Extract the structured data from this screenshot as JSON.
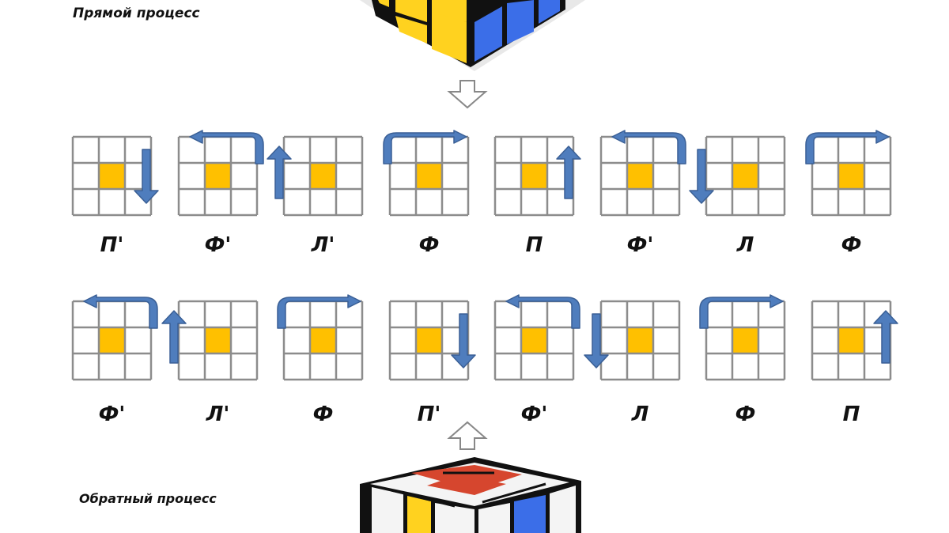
{
  "titles": {
    "forward": "Прямой процесс",
    "reverse": "Обратный процесс"
  },
  "colors": {
    "grid_line": "#8c8c8c",
    "center": "#ffc000",
    "arrow_fill": "#4f7dbd",
    "arrow_stroke": "#3a5f95",
    "cube_yellow": "#ffd21f",
    "cube_blue": "#3b6ee8",
    "cube_red": "#d6462e",
    "cube_edge": "#111111"
  },
  "rows": [
    {
      "moves": [
        {
          "label": "П'",
          "arrow": "right-down"
        },
        {
          "label": "Ф'",
          "arrow": "top-left"
        },
        {
          "label": "Л'",
          "arrow": "left-up"
        },
        {
          "label": "Ф",
          "arrow": "top-right"
        },
        {
          "label": "П",
          "arrow": "right-up"
        },
        {
          "label": "Ф'",
          "arrow": "top-left"
        },
        {
          "label": "Л",
          "arrow": "left-down"
        },
        {
          "label": "Ф",
          "arrow": "top-right"
        }
      ]
    },
    {
      "moves": [
        {
          "label": "Ф'",
          "arrow": "top-left"
        },
        {
          "label": "Л'",
          "arrow": "left-up"
        },
        {
          "label": "Ф",
          "arrow": "top-right"
        },
        {
          "label": "П'",
          "arrow": "right-down"
        },
        {
          "label": "Ф'",
          "arrow": "top-left"
        },
        {
          "label": "Л",
          "arrow": "left-down"
        },
        {
          "label": "Ф",
          "arrow": "top-right"
        },
        {
          "label": "П",
          "arrow": "right-up"
        }
      ]
    }
  ]
}
